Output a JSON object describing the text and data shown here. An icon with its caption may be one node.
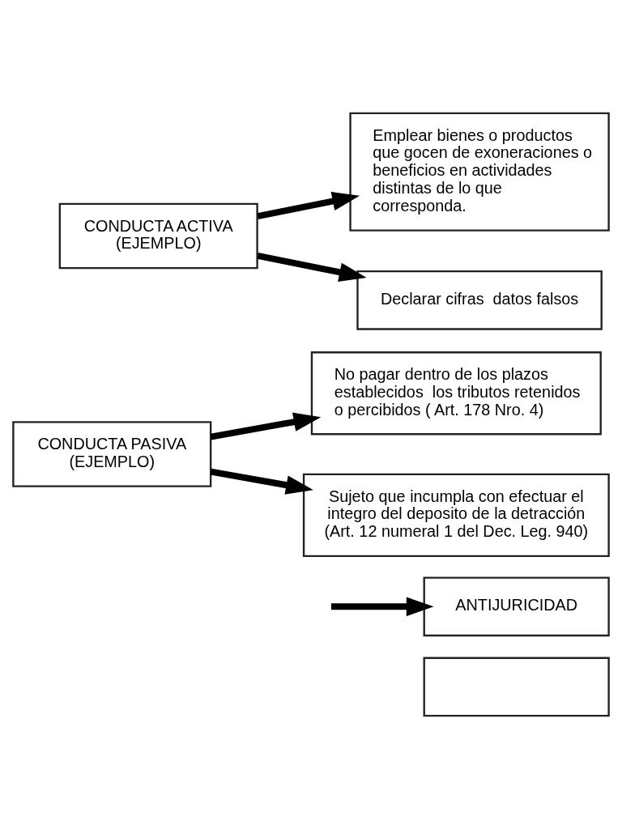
{
  "diagram": {
    "nodes": [
      {
        "text": [
          "CONDUCTA ACTIVA (EJEMPLO)"
        ]
      },
      {
        "text": [
          "Emplear bienes o productos que gocen de exoneraciones o beneficios en actividades distintas de lo que corresponda."
        ]
      },
      {
        "text": [
          "Declarar cifras  datos falsos"
        ]
      },
      {
        "text": [
          "CONDUCTA PASIVA (EJEMPLO)"
        ]
      },
      {
        "text": [
          "No pagar dentro de los plazos establecidos  los tributos retenidos o percibidos ( Art. 178 Nro. 4)"
        ]
      },
      {
        "text": [
          "Sujeto que incumpla con efectuar el integro del deposito de la detracción (Art. 12 numeral 1 del Dec. Leg. 940)"
        ]
      },
      {
        "text": [
          "ANTIJURICIDAD"
        ]
      },
      {
        "text": [],
        "shape": "box"
      }
    ],
    "edges": [
      {
        "from": 0,
        "to": 1,
        "arrow": "to"
      },
      {
        "from": 0,
        "to": 2,
        "arrow": "to"
      },
      {
        "from": 3,
        "to": 4,
        "arrow": "to"
      },
      {
        "from": 3,
        "to": 5,
        "arrow": "to"
      },
      {
        "from": null,
        "to": 6,
        "arrow": "to"
      }
    ]
  }
}
